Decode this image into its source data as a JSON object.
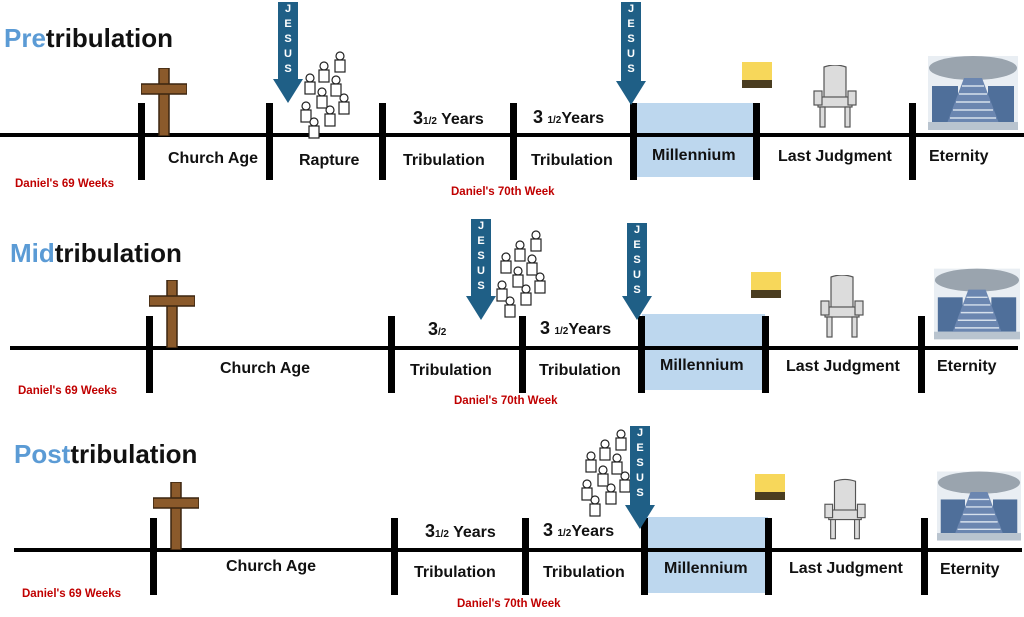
{
  "panels": [
    {
      "title_accent": "Pre",
      "title_rest": "tribulation",
      "labels": {
        "church_age": "Church Age",
        "rapture": "Rapture",
        "tribulation_1": "Tribulation",
        "tribulation_2": "Tribulation",
        "millennium": "Millennium",
        "last_judgment": "Last Judgment",
        "eternity": "Eternity"
      },
      "years_1": {
        "num": "3",
        "frac": "1/2",
        "word": "Years"
      },
      "years_2": {
        "num": "3",
        "frac": "1/2",
        "word": "Years"
      },
      "daniels_69": "Daniel's 69 Weeks",
      "daniels_70": "Daniel's 70th Week",
      "arrows": [
        "JESUS",
        "JESUS"
      ]
    },
    {
      "title_accent": "Mid",
      "title_rest": "tribulation",
      "labels": {
        "church_age": "Church Age",
        "tribulation_1": "Tribulation",
        "tribulation_2": "Tribulation",
        "millennium": "Millennium",
        "last_judgment": "Last Judgment",
        "eternity": "Eternity"
      },
      "years_1": {
        "num": "3",
        "frac": "/2",
        "word": ""
      },
      "years_2": {
        "num": "3",
        "frac": "1/2",
        "word": "Years"
      },
      "daniels_69": "Daniel's 69 Weeks",
      "daniels_70": "Daniel's 70th Week",
      "arrows": [
        "JESUS",
        "JESUS"
      ]
    },
    {
      "title_accent": "Post",
      "title_rest": "tribulation",
      "labels": {
        "church_age": "Church Age",
        "tribulation_1": "Tribulation",
        "tribulation_2": "Tribulation",
        "millennium": "Millennium",
        "last_judgment": "Last Judgment",
        "eternity": "Eternity"
      },
      "years_1": {
        "num": "3",
        "frac": "1/2",
        "word": "Years"
      },
      "years_2": {
        "num": "3",
        "frac": "1/2",
        "word": "Years"
      },
      "daniels_69": "Daniel's 69 Weeks",
      "daniels_70": "Daniel's 70th Week",
      "arrows": [
        "JESUS"
      ]
    }
  ],
  "colors": {
    "accent": "#5b9bd5",
    "arrow": "#1f5f86",
    "millennium_fill": "#bdd7ee",
    "daniel_text": "#c00000",
    "cross": "#8b5a2b"
  },
  "icons": [
    "cross-icon",
    "raptured-people-icon",
    "gold-crown-block-icon",
    "throne-icon",
    "stairway-to-heaven-icon"
  ]
}
